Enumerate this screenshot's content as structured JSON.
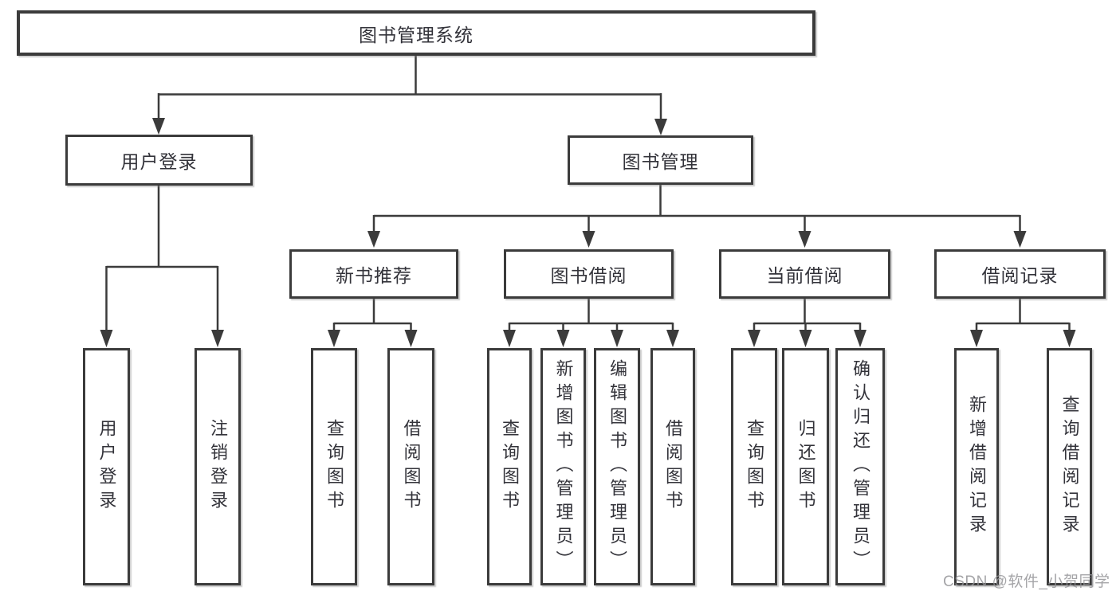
{
  "nodes": {
    "root": {
      "label": "图书管理系统"
    },
    "user_login": {
      "label": "用户登录"
    },
    "book_mgmt": {
      "label": "图书管理"
    },
    "new_book_rec": {
      "label": "新书推荐"
    },
    "book_borrow": {
      "label": "图书借阅"
    },
    "current_borrow": {
      "label": "当前借阅"
    },
    "borrow_records": {
      "label": "借阅记录"
    },
    "leaf_user_login": {
      "label": "用户登录"
    },
    "leaf_logout": {
      "label": "注销登录"
    },
    "leaf_nb_query": {
      "label": "查询图书"
    },
    "leaf_nb_borrow": {
      "label": "借阅图书"
    },
    "leaf_bb_query": {
      "label": "查询图书"
    },
    "leaf_bb_add": {
      "label": "新增图书（管理员）"
    },
    "leaf_bb_edit": {
      "label": "编辑图书（管理员）"
    },
    "leaf_bb_borrow": {
      "label": "借阅图书"
    },
    "leaf_cb_query": {
      "label": "查询图书"
    },
    "leaf_cb_return": {
      "label": "归还图书"
    },
    "leaf_cb_confirm": {
      "label": "确认归还（管理员）"
    },
    "leaf_br_add": {
      "label": "新增借阅记录"
    },
    "leaf_br_query": {
      "label": "查询借阅记录"
    }
  },
  "tree": {
    "图书管理系统": {
      "用户登录": [
        "用户登录",
        "注销登录"
      ],
      "图书管理": {
        "新书推荐": [
          "查询图书",
          "借阅图书"
        ],
        "图书借阅": [
          "查询图书",
          "新增图书（管理员）",
          "编辑图书（管理员）",
          "借阅图书"
        ],
        "当前借阅": [
          "查询图书",
          "归还图书",
          "确认归还（管理员）"
        ],
        "借阅记录": [
          "新增借阅记录",
          "查询借阅记录"
        ]
      }
    }
  },
  "watermark": {
    "text": "CSDN @软件_小贺同学"
  },
  "colors": {
    "line": "#3b3b3b",
    "box_border": "#3b3b3b",
    "text": "#33333a",
    "watermark": "#949498",
    "background": "#ffffff"
  }
}
